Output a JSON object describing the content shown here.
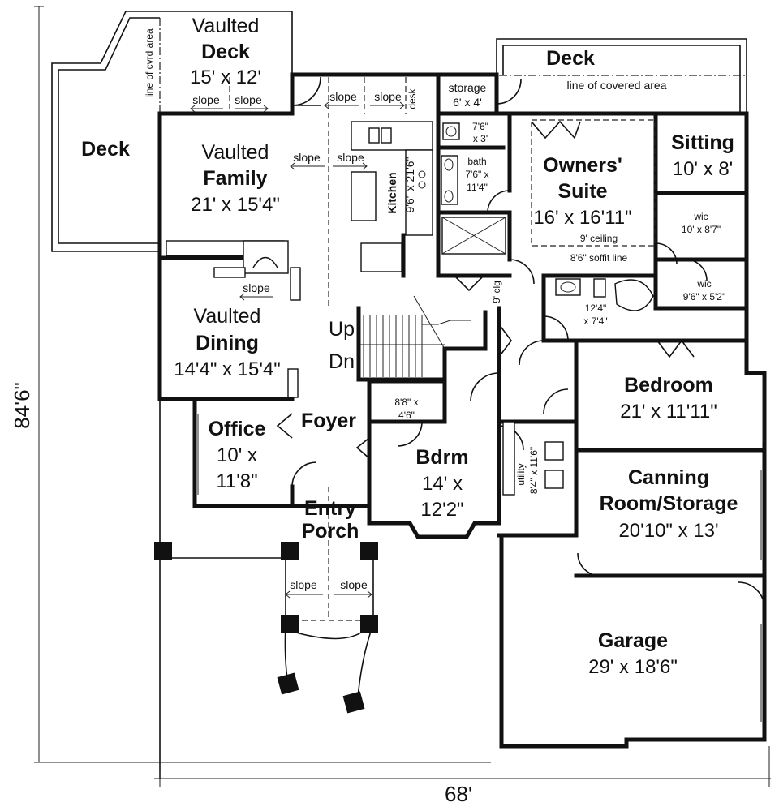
{
  "overall_dimensions": {
    "depth": "84'6\"",
    "width": "68'"
  },
  "rooms": [
    {
      "id": "vaulted-deck",
      "lines": [
        "Vaulted",
        "Deck",
        "15' x 12'"
      ]
    },
    {
      "id": "deck-left",
      "lines": [
        "Deck"
      ]
    },
    {
      "id": "deck-top-right",
      "lines": [
        "Deck"
      ]
    },
    {
      "id": "vaulted-family",
      "lines": [
        "Vaulted",
        "Family",
        "21' x 15'4\""
      ]
    },
    {
      "id": "kitchen",
      "lines": [
        "Kitchen",
        "9'6\" x 21'6\""
      ]
    },
    {
      "id": "storage",
      "lines": [
        "storage",
        "6' x 4'"
      ]
    },
    {
      "id": "closet-small",
      "lines": [
        "7'6\"",
        "x 3'"
      ]
    },
    {
      "id": "bath",
      "lines": [
        "bath",
        "7'6\" x",
        "11'4\""
      ]
    },
    {
      "id": "owners-suite",
      "lines": [
        "Owners'",
        "Suite",
        "16' x 16'11\""
      ]
    },
    {
      "id": "sitting",
      "lines": [
        "Sitting",
        "10' x 8'"
      ]
    },
    {
      "id": "wic-1",
      "lines": [
        "wic",
        "10' x 8'7\""
      ]
    },
    {
      "id": "wic-2",
      "lines": [
        "wic",
        "9'6\" x 5'2\""
      ]
    },
    {
      "id": "master-bath",
      "lines": [
        "12'4\"",
        "x 7'4\""
      ]
    },
    {
      "id": "vaulted-dining",
      "lines": [
        "Vaulted",
        "Dining",
        "14'4\" x 15'4\""
      ]
    },
    {
      "id": "office",
      "lines": [
        "Office",
        "10' x",
        "11'8\""
      ]
    },
    {
      "id": "foyer",
      "lines": [
        "Foyer"
      ]
    },
    {
      "id": "closet-foyer",
      "lines": [
        "8'8\" x",
        "4'6\""
      ]
    },
    {
      "id": "bdrm",
      "lines": [
        "Bdrm",
        "14' x",
        "12'2\""
      ]
    },
    {
      "id": "utility",
      "lines": [
        "utility",
        "8'4\" x 11'6\""
      ]
    },
    {
      "id": "bedroom",
      "lines": [
        "Bedroom",
        "21' x 11'11\""
      ]
    },
    {
      "id": "canning-room",
      "lines": [
        "Canning",
        "Room/Storage",
        "20'10\" x 13'"
      ]
    },
    {
      "id": "garage",
      "lines": [
        "Garage",
        "29' x 18'6\""
      ]
    },
    {
      "id": "entry-porch",
      "lines": [
        "Entry",
        "Porch"
      ]
    }
  ],
  "annotations": {
    "line_of_cvrd_area": "line of cvrd area",
    "line_of_covered_area": "line of covered area",
    "slope": "slope",
    "desk": "desk",
    "ceiling_9": "9' ceiling",
    "soffit": "8'6\" soffit line",
    "clg_9": "9' clg",
    "up": "Up",
    "dn": "Dn"
  }
}
